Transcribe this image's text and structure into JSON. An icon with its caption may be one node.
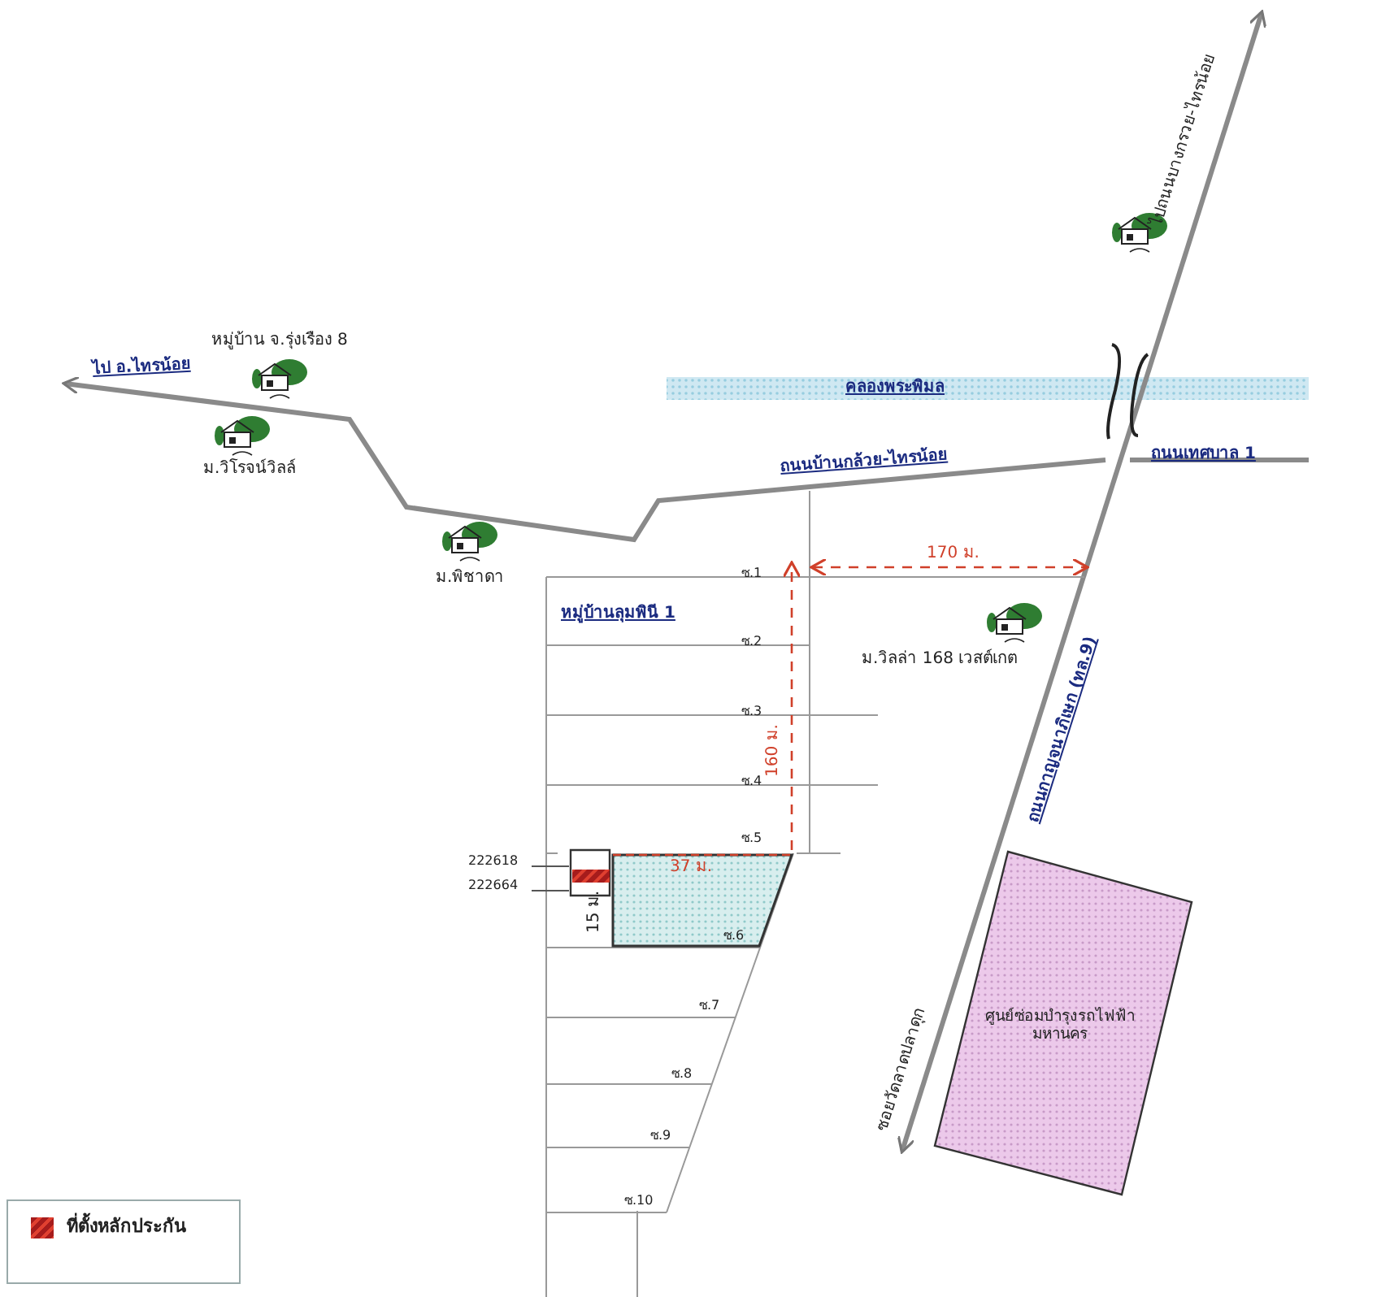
{
  "diagram": {
    "nodes": [
      {
        "text": [],
        "shape": "box"
      },
      {
        "text": [
          "ศูนย์ซ่อมบำรุงรถไฟฟ้า มหานคร"
        ]
      },
      {
        "text": [
          "222618"
        ]
      },
      {
        "text": [
          "222664"
        ]
      },
      {
        "text": [],
        "shape": "box"
      }
    ],
    "edges": [
      {
        "from": 2,
        "to": 4,
        "arrow": "none"
      },
      {
        "from": 3,
        "to": 4,
        "arrow": "none"
      }
    ],
    "labels": [
      "ไปถนนบางกรวย-ไทรน้อย",
      "หมู่บ้าน จ.รุ่งเรือง 8",
      "ไป อ.ไทรน้อย",
      "คลองพระพิมล",
      "ม.วิโรจน์วิลล์",
      "ถนนบ้านกล้วย-ไทรน้อย",
      "ถนนเทศบาล 1",
      "ม.พิชาดา",
      "170 ม.",
      "ซ.1",
      "หมู่บ้านลุมพินี 1",
      "ซ.2",
      "ม.วิลล่า 168 เวสต์เกต",
      "ถนนกาญจนาภิเษก (ทล.9)",
      "ซ.3",
      "160 ม.",
      "ซ.4",
      "ซ.5",
      "37 ม.",
      "15 ม.",
      "ซ.6",
      "ซ.7",
      "ซ.8",
      "ซ.9",
      "ซอยวัดลาดปลาดุก",
      "ซ.10"
    ],
    "legend": [
      {
        "text": "ที่ตั้งหลักประกัน",
        "color": "#a61c1c"
      }
    ]
  }
}
